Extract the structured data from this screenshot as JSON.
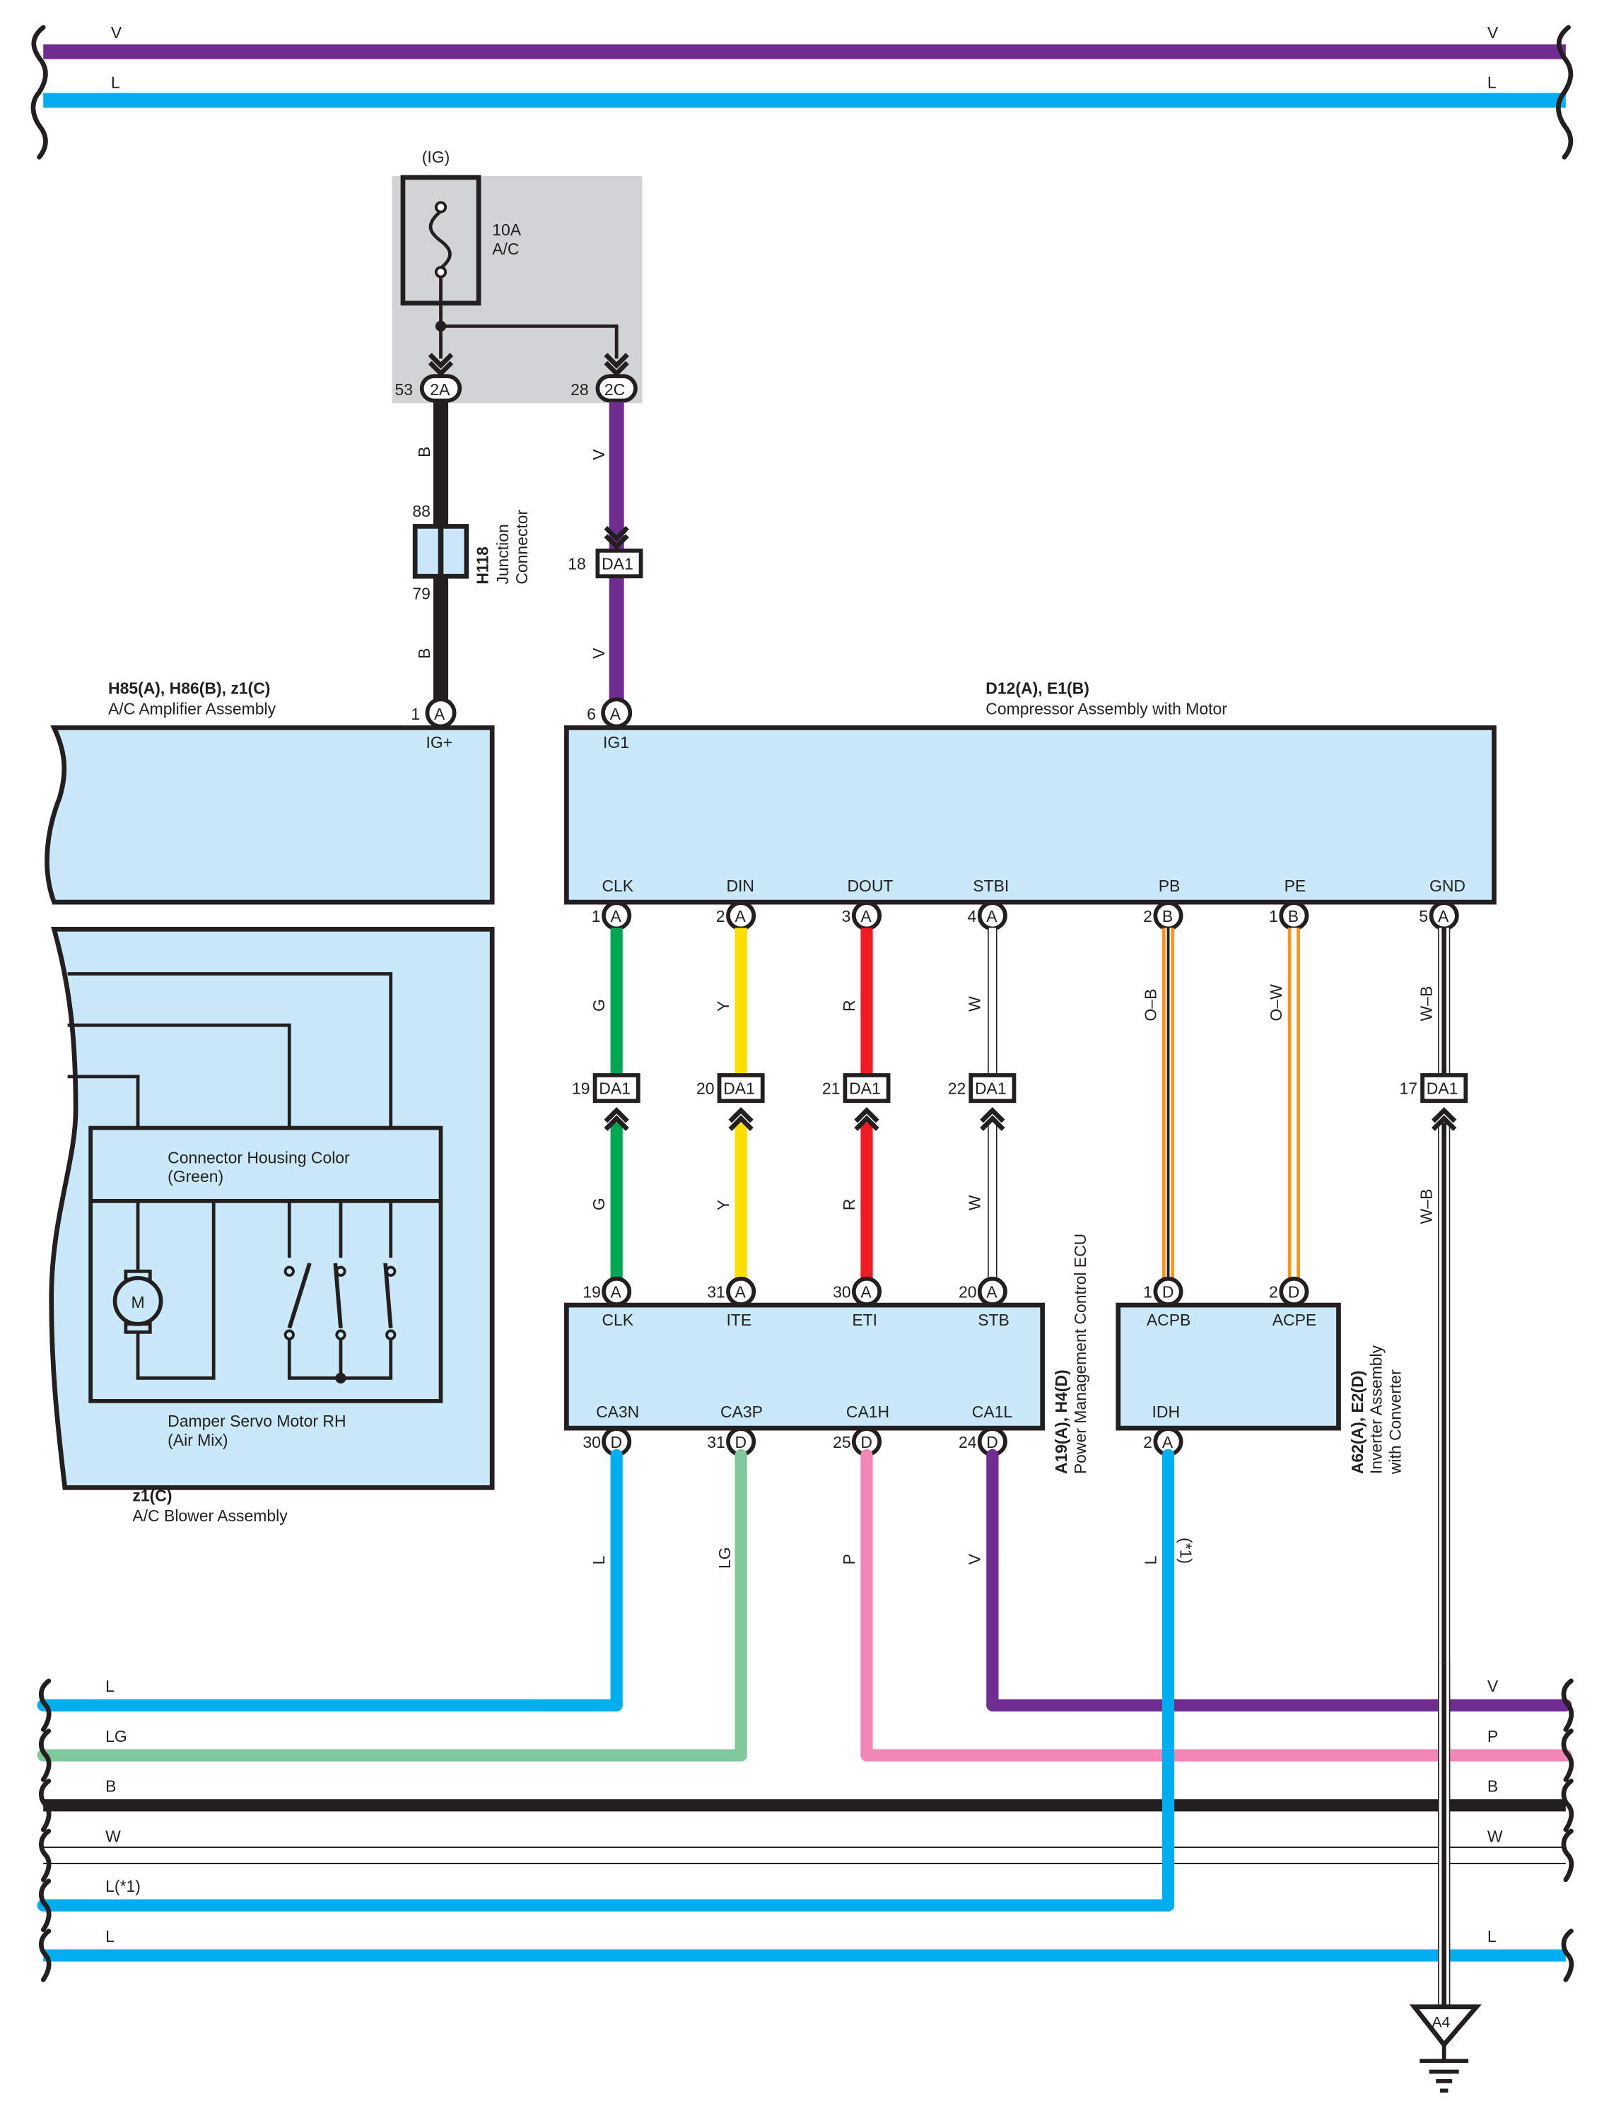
{
  "colors": {
    "V": "#6f2c91",
    "L": "#00aeef",
    "B": "#231f20",
    "G": "#00a651",
    "Y": "#ffde00",
    "R": "#ed1c24",
    "W": "#ffffff",
    "LG": "#80c99c",
    "P": "#f287b7",
    "O": "#f7941d",
    "box_fill": "#c9e8f8",
    "relay_box_fill": "#d1d3d4"
  },
  "top_buses": [
    {
      "label_left": "V",
      "label_right": "V",
      "color": "V"
    },
    {
      "label_left": "L",
      "label_right": "L",
      "color": "L"
    }
  ],
  "fuse_block": {
    "supply": "(IG)",
    "fuse_rating": "10A",
    "fuse_name": "A/C",
    "outputs": [
      {
        "pin": "53",
        "connector": "2A"
      },
      {
        "pin": "28",
        "connector": "2C"
      }
    ]
  },
  "junction_connector": {
    "id": "H118",
    "name_line1": "Junction",
    "name_line2": "Connector",
    "pin_top": "88",
    "pin_bottom": "79",
    "wire_color_top": "B",
    "wire_color_bottom": "B"
  },
  "ig_wire": {
    "color_top": "V",
    "color_bottom": "V",
    "junction_pin": "18",
    "junction_connector": "DA1"
  },
  "amplifier": {
    "connectors": "H85(A), H86(B), z1(C)",
    "name": "A/C Amplifier Assembly",
    "pin": "1",
    "pin_connector": "A",
    "terminal": "IG+"
  },
  "blower": {
    "connectors": "z1(C)",
    "name": "A/C Blower Assembly",
    "housing_label_line1": "Connector Housing Color",
    "housing_label_line2": "(Green)",
    "servo_label_line1": "Damper Servo Motor RH",
    "servo_label_line2": "(Air Mix)",
    "motor_symbol": "M"
  },
  "compressor": {
    "connectors": "D12(A), E1(B)",
    "name": "Compressor Assembly with Motor",
    "ig_pin": "6",
    "ig_connector": "A",
    "ig_terminal": "IG1",
    "terminals": [
      {
        "name": "CLK",
        "pin": "1",
        "connector": "A",
        "wire": "G"
      },
      {
        "name": "DIN",
        "pin": "2",
        "connector": "A",
        "wire": "Y"
      },
      {
        "name": "DOUT",
        "pin": "3",
        "connector": "A",
        "wire": "R"
      },
      {
        "name": "STBI",
        "pin": "4",
        "connector": "A",
        "wire": "W"
      },
      {
        "name": "PB",
        "pin": "2",
        "connector": "B",
        "wire": "O–B"
      },
      {
        "name": "PE",
        "pin": "1",
        "connector": "B",
        "wire": "O–W"
      },
      {
        "name": "GND",
        "pin": "5",
        "connector": "A",
        "wire": "W–B"
      }
    ]
  },
  "da1_junctions": [
    {
      "pin": "19",
      "connector": "DA1",
      "wire_below": "G"
    },
    {
      "pin": "20",
      "connector": "DA1",
      "wire_below": "Y"
    },
    {
      "pin": "21",
      "connector": "DA1",
      "wire_below": "R"
    },
    {
      "pin": "22",
      "connector": "DA1",
      "wire_below": "W"
    },
    {
      "pin": "17",
      "connector": "DA1",
      "wire_below": "W–B"
    }
  ],
  "ecu": {
    "connectors": "A19(A), H4(D)",
    "name": "Power Management Control ECU",
    "top_terminals": [
      {
        "name": "CLK",
        "pin": "19",
        "connector": "A"
      },
      {
        "name": "ITE",
        "pin": "31",
        "connector": "A"
      },
      {
        "name": "ETI",
        "pin": "30",
        "connector": "A"
      },
      {
        "name": "STB",
        "pin": "20",
        "connector": "A"
      }
    ],
    "bottom_terminals": [
      {
        "name": "CA3N",
        "pin": "30",
        "connector": "D",
        "wire": "L"
      },
      {
        "name": "CA3P",
        "pin": "31",
        "connector": "D",
        "wire": "LG"
      },
      {
        "name": "CA1H",
        "pin": "25",
        "connector": "D",
        "wire": "P"
      },
      {
        "name": "CA1L",
        "pin": "24",
        "connector": "D",
        "wire": "V"
      }
    ]
  },
  "inverter": {
    "connectors": "A62(A), E2(D)",
    "name_line1": "Inverter Assembly",
    "name_line2": "with Converter",
    "top_terminals": [
      {
        "name": "ACPB",
        "pin": "1",
        "connector": "D"
      },
      {
        "name": "ACPE",
        "pin": "2",
        "connector": "D"
      }
    ],
    "bottom_terminal": {
      "name": "IDH",
      "pin": "2",
      "connector": "A",
      "wire": "L",
      "note": "(*1)"
    }
  },
  "bottom_buses": [
    {
      "label_left": "L",
      "label_right": "V",
      "color_left": "L",
      "color_right": "V"
    },
    {
      "label_left": "LG",
      "label_right": "P",
      "color_left": "LG",
      "color_right": "P"
    },
    {
      "label_left": "B",
      "label_right": "B",
      "color_left": "B",
      "color_right": "B"
    },
    {
      "label_left": "W",
      "label_right": "W",
      "color_left": "W",
      "color_right": "W"
    },
    {
      "label_left": "L(*1)",
      "label_right": "",
      "color_left": "L",
      "color_right": ""
    },
    {
      "label_left": "L",
      "label_right": "L",
      "color_left": "L",
      "color_right": "L"
    }
  ],
  "ground": {
    "id": "A4"
  }
}
